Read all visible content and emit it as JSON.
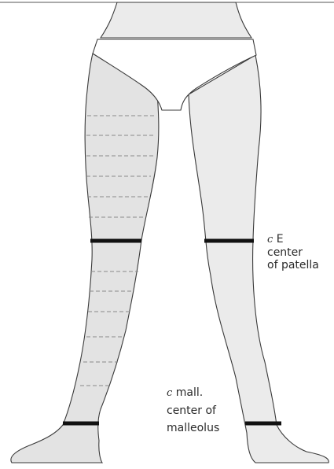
{
  "colors": {
    "skin": "#ebebeb",
    "skin_left": "#e3e3e3",
    "outline": "#3a3a3a",
    "underwear": "#ffffff",
    "marker": "#111111",
    "dash": "#8a8a8a",
    "label": "#2a2a2a"
  },
  "labels": {
    "patella": {
      "mark": "c",
      "code": "E",
      "line1": "center",
      "line2": "of patella"
    },
    "malleolus": {
      "mark": "c",
      "code": "mall.",
      "line1": "center of",
      "line2": "malleolus"
    }
  },
  "markers": [
    "patella-left",
    "patella-right",
    "ankle-left",
    "ankle-right"
  ]
}
